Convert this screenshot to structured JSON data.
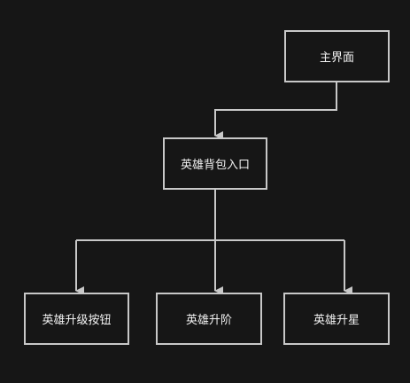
{
  "diagram": {
    "colors": {
      "background": "#161616",
      "line": "#c8c8c8",
      "text": "#f2f2f2"
    },
    "nodes": {
      "main": {
        "label": "主界面"
      },
      "entry": {
        "label": "英雄背包入口"
      },
      "upgrade": {
        "label": "英雄升级按钮"
      },
      "advance": {
        "label": "英雄升阶"
      },
      "star": {
        "label": "英雄升星"
      }
    },
    "edges": [
      {
        "from": "main",
        "to": "entry"
      },
      {
        "from": "entry",
        "to": "upgrade"
      },
      {
        "from": "entry",
        "to": "advance"
      },
      {
        "from": "entry",
        "to": "star"
      }
    ]
  }
}
